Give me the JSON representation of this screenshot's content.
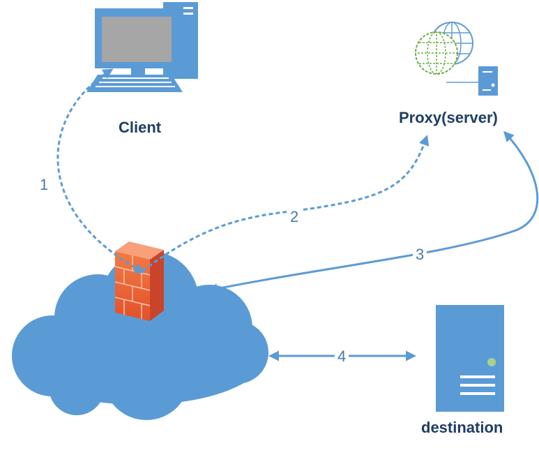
{
  "nodes": {
    "client": {
      "label": "Client",
      "icon": "desktop-computer-icon"
    },
    "proxy": {
      "label": "Proxy(server)",
      "icon": "globe-server-icon"
    },
    "destination": {
      "label": "destination",
      "icon": "server-tower-icon"
    },
    "network": {
      "icon": "cloud-icon"
    },
    "firewall": {
      "icon": "firewall-icon"
    }
  },
  "steps": [
    {
      "label": "1",
      "style": "dashed"
    },
    {
      "label": "2",
      "style": "dashed"
    },
    {
      "label": "3",
      "style": "solid"
    },
    {
      "label": "4",
      "style": "solid"
    }
  ],
  "colors": {
    "primary": "#5b9bd5",
    "label_text": "#1f3d63",
    "firewall": "#f26b3a",
    "globe_green": "#70ad47"
  }
}
